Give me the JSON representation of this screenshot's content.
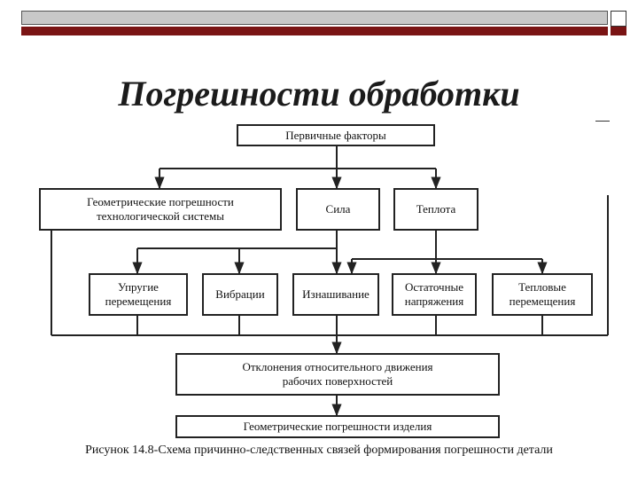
{
  "slide": {
    "title": "Погрешности обработки",
    "caption": "Рисунок 14.8-Схема причинно-следственных связей формирования погрешности детали"
  },
  "nodes": {
    "primary_factors": "Первичные факторы",
    "geometric_system_errors": "Геометрические погрешности\nтехнологической системы",
    "force": "Сила",
    "heat": "Теплота",
    "elastic_displacements": "Упругие\nперемещения",
    "vibrations": "Вибрации",
    "wear": "Изнашивание",
    "residual_stresses": "Остаточные\nнапряжения",
    "thermal_displacements": "Тепловые\nперемещения",
    "relative_motion_deviations": "Отклонения относительного движения\nрабочих поверхностей",
    "part_geometric_errors": "Геометрические погрешности изделия"
  },
  "colors": {
    "accent": "#7a1414",
    "bar": "#c8c8c8",
    "line": "#222222"
  }
}
